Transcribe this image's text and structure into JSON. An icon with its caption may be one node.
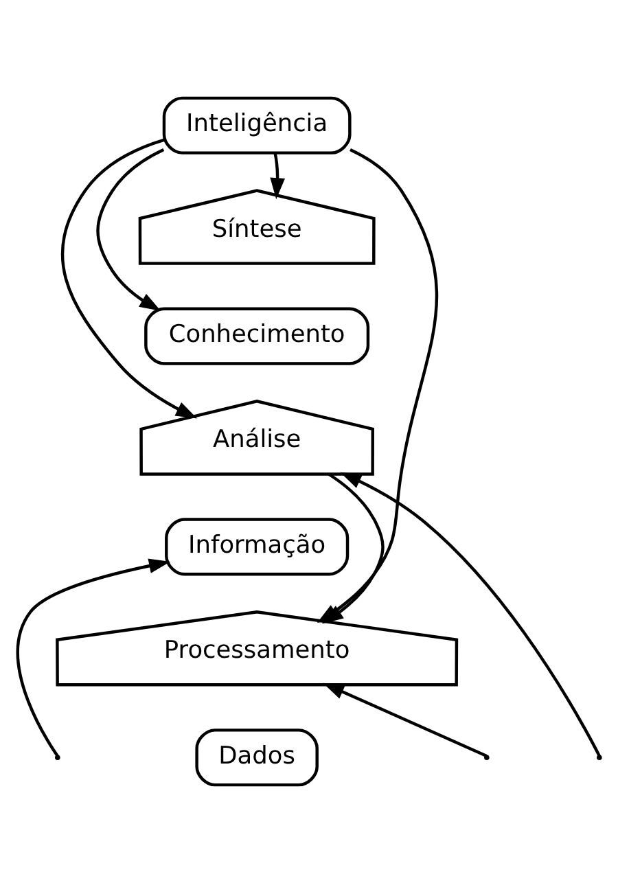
{
  "diagram": {
    "nodes": [
      {
        "text": [
          "Inteligência"
        ]
      },
      {
        "text": [
          "Síntese"
        ]
      },
      {
        "text": [
          "Conhecimento"
        ]
      },
      {
        "text": [
          "Análise"
        ]
      },
      {
        "text": [
          "Informação"
        ]
      },
      {
        "text": [
          "Processamento"
        ]
      },
      {
        "text": [
          "Dados"
        ]
      }
    ],
    "edges": [
      {
        "from": 0,
        "to": 1,
        "arrow": "to"
      },
      {
        "from": 0,
        "to": 2,
        "arrow": "to"
      },
      {
        "from": 0,
        "to": 3,
        "arrow": "to"
      },
      {
        "from": 0,
        "to": 5,
        "arrow": "to"
      },
      {
        "from": 3,
        "to": 5,
        "arrow": "to"
      },
      {
        "from": null,
        "to": 3,
        "arrow": "to"
      },
      {
        "from": null,
        "to": 4,
        "arrow": "to"
      },
      {
        "from": null,
        "to": 5,
        "arrow": "to"
      }
    ]
  }
}
